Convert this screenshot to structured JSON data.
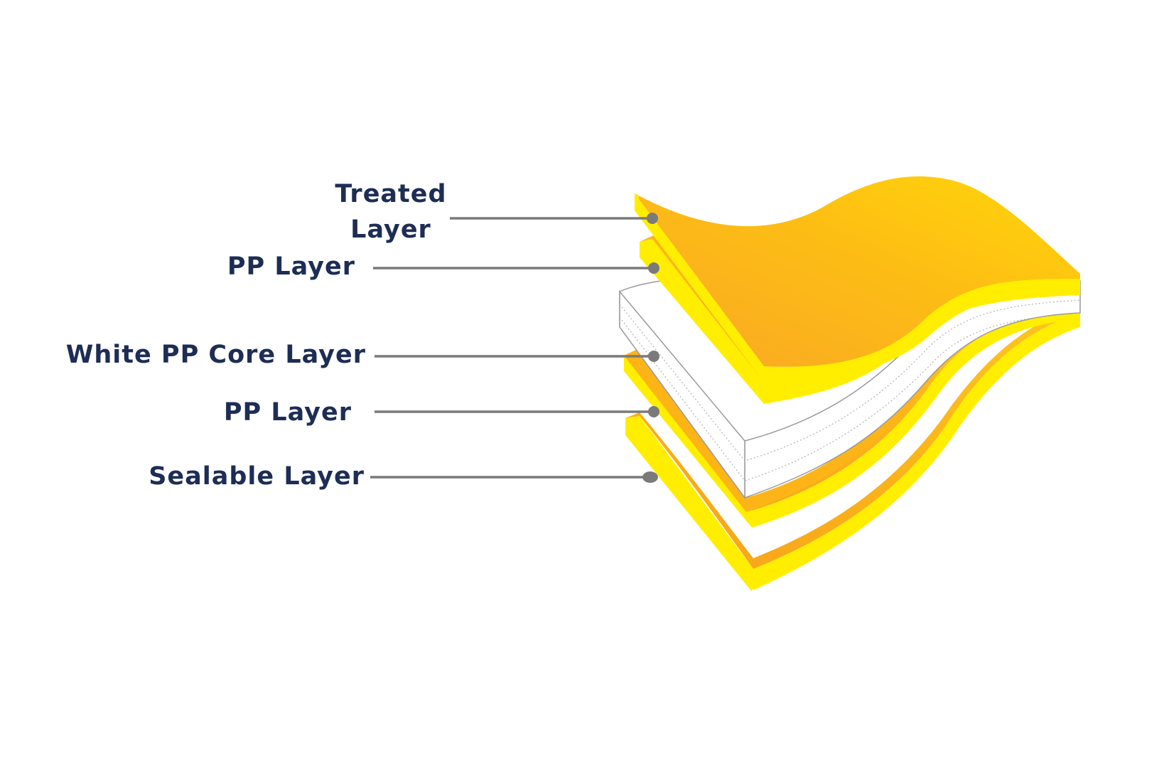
{
  "labels": {
    "treated_line1": "Treated",
    "treated_line2": "Layer",
    "pp_layer_top": "PP Layer",
    "white_core": "White PP Core Layer",
    "pp_layer_bottom": "PP Layer",
    "sealable": "Sealable Layer"
  },
  "colors": {
    "label_text": "#1d2d55",
    "leader_line": "#7a7a7a",
    "orange_face": "#fbb515",
    "yellow_edge": "#ffee00",
    "core_white": "#ffffff"
  },
  "icons": {
    "leader_dot": "circle"
  }
}
